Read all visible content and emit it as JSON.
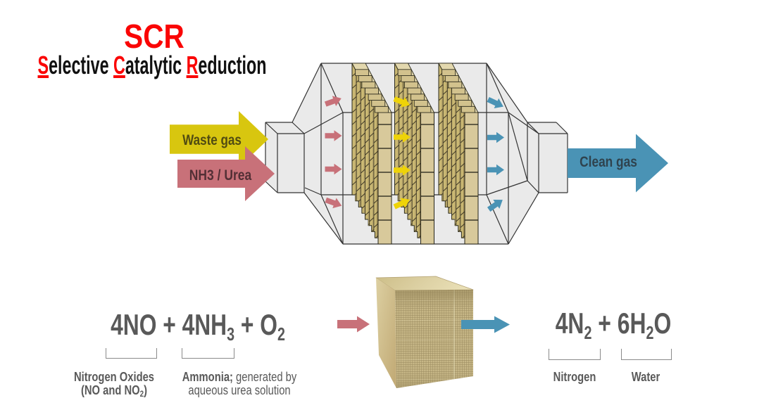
{
  "title": {
    "text": "SCR",
    "color": "#fa0505"
  },
  "subtitle": {
    "words": [
      {
        "initial": "S",
        "rest": "elective"
      },
      {
        "initial": "C",
        "rest": "atalytic"
      },
      {
        "initial": "R",
        "rest": "eduction"
      }
    ],
    "initial_color": "#fa0505",
    "text_color": "#111111"
  },
  "flow_labels": {
    "waste_gas": "Waste gas",
    "nh3_urea": "NH3 / Urea",
    "clean_gas": "Clean gas"
  },
  "reaction": {
    "reactants": "4NO + 4NH_3_ + O_2_",
    "products": "4N_2_ + 6H_2_O"
  },
  "annotations": {
    "nitrogen_oxides_line1": "Nitrogen Oxides",
    "nitrogen_oxides_line2": "(NO and NO_2_)",
    "ammonia_bold": "Ammonia;",
    "ammonia_rest": " generated by",
    "ammonia_line2": "aqueous urea solution",
    "nitrogen": "Nitrogen",
    "water": "Water"
  },
  "diagram": {
    "catalyst_layers": 3,
    "flow_direction": "left-to-right"
  },
  "colors": {
    "waste_gas_arrow": "#d8c60f",
    "nh3_arrow": "#c87179",
    "clean_gas_arrow": "#4a93b5",
    "internal_yellow_arrow": "#eed308",
    "housing_fill": "#eaeaea",
    "housing_line": "#333333",
    "catalyst_band": "#cab873",
    "catalyst_front": "#d8c99b",
    "catalyst_step_top": "#e3d8ae",
    "catalyst_step_riser": "#d2c28d",
    "formula_text": "#595959",
    "waste_label_text": "#514c12",
    "nh3_label_text": "#532f35",
    "clean_label_text": "#2f434e"
  }
}
